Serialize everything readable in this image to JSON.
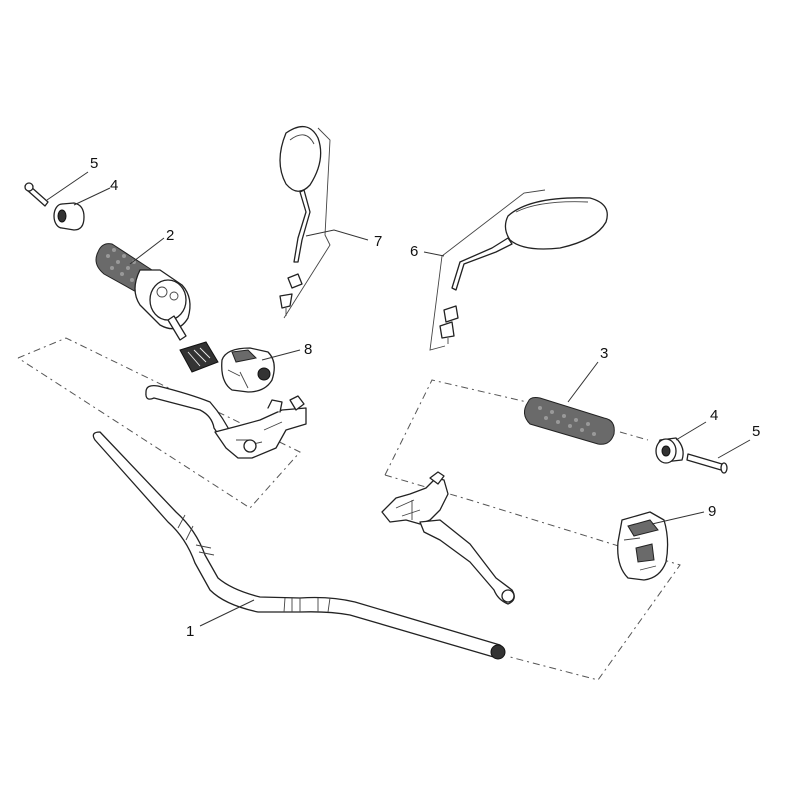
{
  "callouts": [
    {
      "id": "1",
      "text": "1"
    },
    {
      "id": "2",
      "text": "2"
    },
    {
      "id": "3",
      "text": "3"
    },
    {
      "id": "4a",
      "text": "4"
    },
    {
      "id": "4b",
      "text": "4"
    },
    {
      "id": "5a",
      "text": "5"
    },
    {
      "id": "5b",
      "text": "5"
    },
    {
      "id": "6",
      "text": "6"
    },
    {
      "id": "7",
      "text": "7"
    },
    {
      "id": "8",
      "text": "8"
    },
    {
      "id": "9",
      "text": "9"
    }
  ]
}
